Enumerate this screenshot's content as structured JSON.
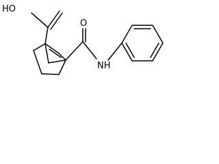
{
  "molecule": {
    "labels": {
      "hydroxyl": "HO",
      "carbonyl_oxygen": "O",
      "amide_nitrogen": "NH"
    }
  }
}
